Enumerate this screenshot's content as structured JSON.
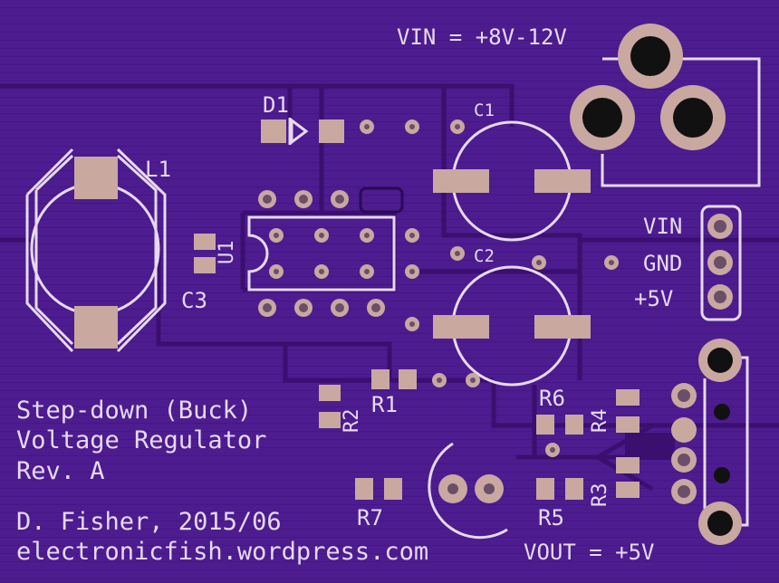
{
  "silkscreen": {
    "vin_range": "VIN = +8V-12V",
    "vout": "VOUT = +5V",
    "title_line1": "Step-down (Buck)",
    "title_line2": "Voltage Regulator",
    "revision": "Rev. A",
    "author_date": "D. Fisher, 2015/06",
    "website": "electronicfish.wordpress.com",
    "header_pins": [
      "VIN",
      "GND",
      "+5V"
    ]
  },
  "designators": {
    "d1": "D1",
    "l1": "L1",
    "c1": "C1",
    "c2": "C2",
    "c3": "C3",
    "u1": "U1",
    "r1": "R1",
    "r2": "R2",
    "r3": "R3",
    "r4": "R4",
    "r5": "R5",
    "r6": "R6",
    "r7": "R7"
  },
  "colors": {
    "board": "#4a1a8a",
    "trace": "#3a0f6e",
    "silkscreen": "#e6d9ee",
    "pad": "#c9a8a0",
    "hole": "#111111"
  }
}
